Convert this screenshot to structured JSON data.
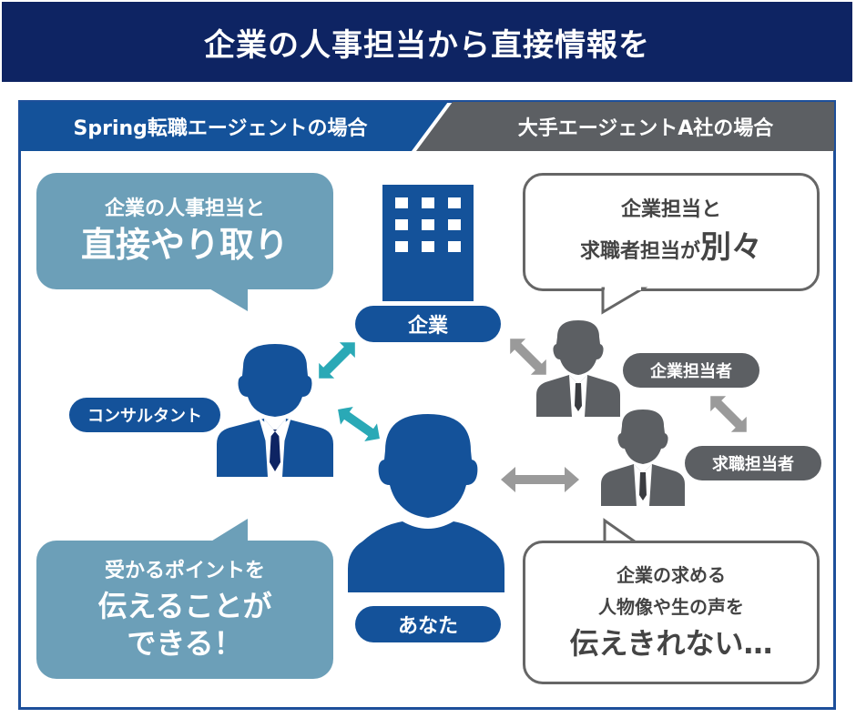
{
  "header": {
    "title": "企業の人事担当から直接情報を"
  },
  "tabs": {
    "left": "Spring転職エージェントの場合",
    "right": "大手エージェントA社の場合"
  },
  "spring_side": {
    "bubble_top": {
      "line1": "企業の人事担当と",
      "line2": "直接やり取り"
    },
    "consultant_label": "コンサルタント",
    "bubble_bottom": {
      "line1": "受かるポイントを",
      "line2": "伝えることが",
      "line3": "できる！"
    }
  },
  "center": {
    "company_label": "企業",
    "you_label": "あなた"
  },
  "agent_side": {
    "bubble_top": {
      "line1": "企業担当と",
      "line2_pre": "求職者担当が",
      "line2_emph": "別々"
    },
    "company_rep_label": "企業担当者",
    "job_seeker_rep_label": "求職担当者",
    "bubble_bottom": {
      "line1": "企業の求める",
      "line2": "人物像や生の声を",
      "line3": "伝えきれない…"
    }
  },
  "colors": {
    "navy": "#0e2463",
    "blue": "#14529a",
    "teal": "#2aa9b6",
    "bubble_blue": "#6c9fb8",
    "gray": "#5c5f63",
    "arrow_gray": "#9a9a9a"
  },
  "icons": [
    "building-icon",
    "person-icon",
    "double-arrow-icon"
  ]
}
